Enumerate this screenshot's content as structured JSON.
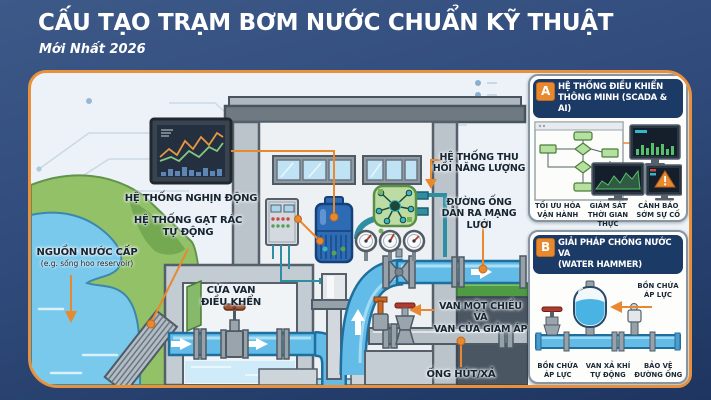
{
  "page": {
    "title": "CẤU TẠO TRẠM BƠM NƯỚC CHUẨN KỸ THUẬT",
    "subtitle": "Mới Nhất 2026"
  },
  "colors": {
    "accent_orange": "#e8882f",
    "header_navy": "#1c3a66",
    "page_navy": "#304b7b",
    "card_border_orange": "#e8913c",
    "pipe_blue": "#63bbe7",
    "water_blue": "#78c9ec",
    "eco_green": "#79b558",
    "valve_red": "#b03a2e"
  },
  "diagram": {
    "labels": {
      "monitoring": "HỆ THỐNG NGHỊN ĐỘNG",
      "trash_rake_1": "HỆ THỐNG GẠT RÁC",
      "trash_rake_2": "TỰ ĐỘNG",
      "water_source": "NGUỒN NƯỚC CẤP",
      "water_source_note": "(e.g. sống hoo reservoir)",
      "control_gate_1": "CỬA VAN",
      "control_gate_2": "ĐIỀU KHỂN",
      "energy_recovery_1": "HỆ THỐNG THU",
      "energy_recovery_2": "HỒI NĂNG LƯỢNG",
      "network_pipe_1": "ĐƯỜNG ỐNG",
      "network_pipe_2": "DẪN RA MẠNG LƯỚI",
      "valves_1": "VAN MỘT CHIỀU VÀ",
      "valves_2": "VAN CỬA GIẢM ÁP",
      "suction_pipe": "ỐNG HÚT/XẢ"
    }
  },
  "panel_a": {
    "badge": "A",
    "title_1": "HỆ THỐNG ĐIỀU KHIỂN",
    "title_2": "THÔNG MINH (SCADA & AI)",
    "items": [
      {
        "line1": "TỐI ƯU HÓA",
        "line2": "VẬN HÀNH"
      },
      {
        "line1": "GIÁM SÁT",
        "line2": "THỜI GIAN THỰC"
      },
      {
        "line1": "CẢNH BÁO",
        "line2": "SỚM SỰ CỐ"
      }
    ]
  },
  "panel_b": {
    "badge": "B",
    "title_1": "GIẢI PHÁP CHỐNG NƯỚC VA",
    "title_2": "(WATER HAMMER)",
    "callout_1": "BỒN CHỨA",
    "callout_2": "ÁP LỰC",
    "items": [
      {
        "line1": "BỒN CHỨA",
        "line2": "ÁP LỰC"
      },
      {
        "line1": "VAN XẢ KHÍ",
        "line2": "TỰ ĐỘNG"
      },
      {
        "line1": "BẢO VỆ",
        "line2": "ĐƯỜNG ỐNG"
      }
    ]
  }
}
